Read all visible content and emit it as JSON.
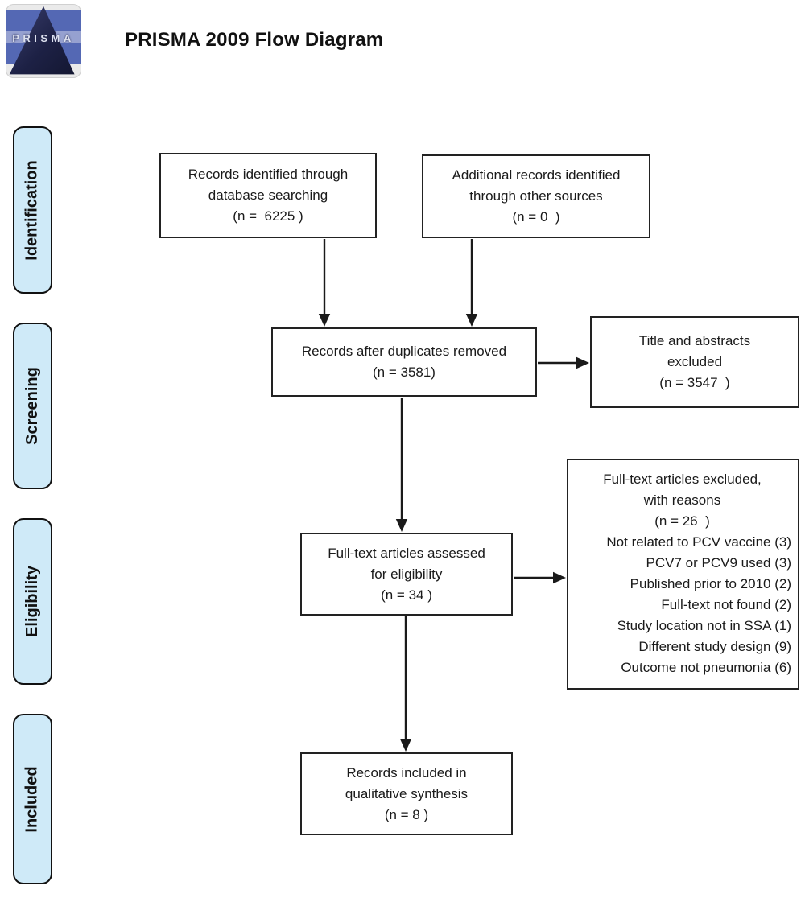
{
  "header": {
    "title": "PRISMA 2009 Flow Diagram",
    "logo_word": "PRISMA"
  },
  "colors": {
    "stage_fill": "#cfeaf8",
    "box_border": "#222222",
    "logo_blue": "#5468b4",
    "logo_triangle": "#1d2145"
  },
  "sidebar": {
    "items": [
      {
        "label": "Identification"
      },
      {
        "label": "Screening"
      },
      {
        "label": "Eligibility"
      },
      {
        "label": "Included"
      }
    ]
  },
  "boxes": {
    "identified_db": {
      "lines": [
        "Records identified through",
        "database searching",
        "(n =  6225 )"
      ]
    },
    "identified_other": {
      "lines": [
        "Additional records identified",
        "through other sources",
        "(n = 0  )"
      ]
    },
    "after_duplicates": {
      "lines": [
        "Records after duplicates removed",
        "(n = 3581)"
      ]
    },
    "title_abstract_excluded": {
      "lines": [
        "Title and abstracts",
        "excluded",
        "(n = 3547  )"
      ]
    },
    "fulltext_assessed": {
      "lines": [
        "Full-text articles assessed",
        "for eligibility",
        "(n = 34 )"
      ]
    },
    "fulltext_excluded": {
      "header_lines": [
        "Full-text articles excluded,",
        "with reasons",
        "(n = 26  )"
      ],
      "reason_lines": [
        "Not related to PCV vaccine (3)",
        "PCV7 or PCV9 used (3)",
        "Published prior to 2010 (2)",
        "Full-text not found (2)",
        "Study location not in SSA (1)",
        "Different study design (9)",
        "Outcome not pneumonia (6)"
      ]
    },
    "included_qualitative": {
      "lines": [
        "Records included in",
        "qualitative synthesis",
        "(n = 8 )"
      ]
    }
  }
}
